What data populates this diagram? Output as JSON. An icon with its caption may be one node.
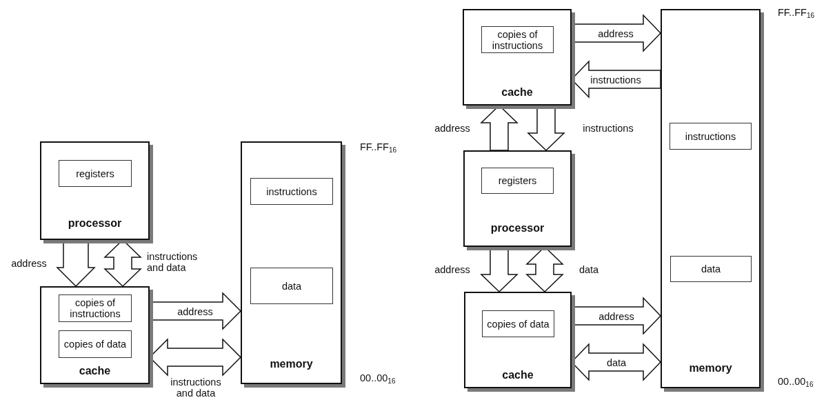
{
  "diagram": {
    "nodes": [
      {
        "text": [
          "processor"
        ]
      },
      {
        "text": [
          "registers"
        ],
        "in": 0
      },
      {
        "text": [
          "cache"
        ]
      },
      {
        "text": [
          "copies of instructions"
        ],
        "in": 2
      },
      {
        "text": [
          "copies of data"
        ],
        "in": 2
      },
      {
        "text": [
          "memory"
        ],
        "beside": [
          "FF..FF$_{16}$",
          "00..00$_{16}$"
        ]
      },
      {
        "text": [
          "instructions"
        ],
        "in": 5
      },
      {
        "text": [
          "data"
        ],
        "in": 5
      },
      {
        "text": [
          "cache"
        ]
      },
      {
        "text": [
          "copies of instructions"
        ],
        "in": 8
      },
      {
        "text": [
          "processor"
        ]
      },
      {
        "text": [
          "registers"
        ],
        "in": 10
      },
      {
        "text": [
          "cache"
        ]
      },
      {
        "text": [
          "copies of data"
        ],
        "in": 12
      },
      {
        "text": [
          "memory"
        ],
        "beside": [
          "FF..FF$_{16}$",
          "00..00$_{16}$"
        ]
      },
      {
        "text": [
          "instructions"
        ],
        "in": 14
      },
      {
        "text": [
          "data"
        ],
        "in": 14
      }
    ],
    "edges": [
      {
        "from": 0,
        "to": 2,
        "arrow": "to",
        "label": "address"
      },
      {
        "from": 0,
        "to": 2,
        "arrow": "both",
        "label": "instructions and data"
      },
      {
        "from": 2,
        "to": 5,
        "arrow": "to",
        "label": "address"
      },
      {
        "from": 2,
        "to": 5,
        "arrow": "both",
        "label": "instructions and data"
      },
      {
        "from": 8,
        "to": 14,
        "arrow": "to",
        "label": "address"
      },
      {
        "from": 14,
        "to": 8,
        "arrow": "to",
        "label": "instructions"
      },
      {
        "from": 10,
        "to": 8,
        "arrow": "to",
        "label": "address"
      },
      {
        "from": 8,
        "to": 10,
        "arrow": "to",
        "label": "instructions"
      },
      {
        "from": 10,
        "to": 12,
        "arrow": "to",
        "label": "address"
      },
      {
        "from": 10,
        "to": 12,
        "arrow": "both",
        "label": "data"
      },
      {
        "from": 12,
        "to": 14,
        "arrow": "to",
        "label": "address"
      },
      {
        "from": 12,
        "to": 14,
        "arrow": "both",
        "label": "data"
      }
    ]
  }
}
